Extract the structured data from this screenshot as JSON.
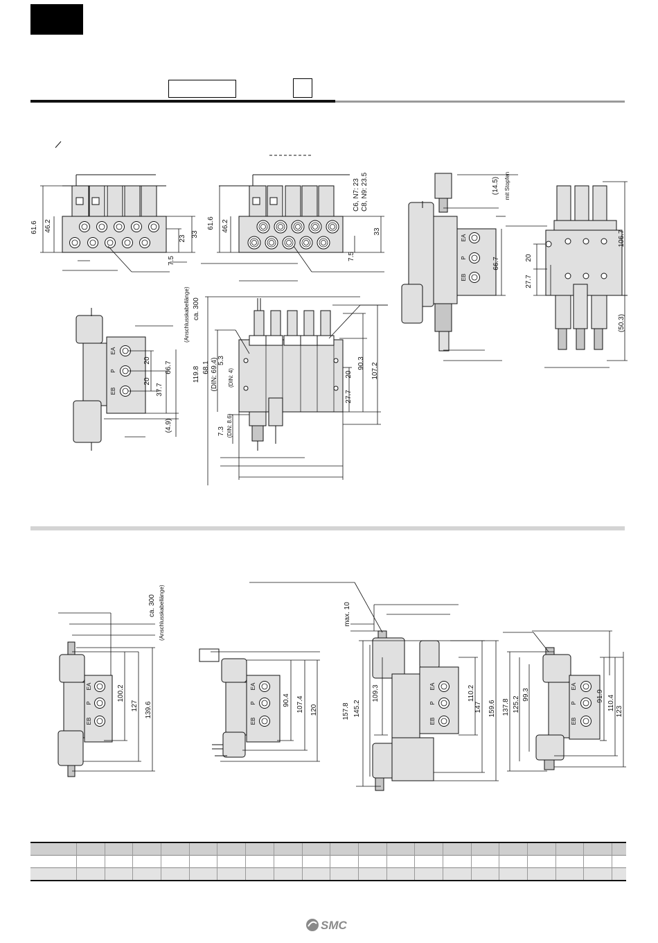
{
  "logo": {
    "text": "SMC",
    "color": "#8a8a8a"
  },
  "drawing_colors": {
    "line": "#111111",
    "fill": "#e0e0e0",
    "fill_dark": "#c6c6c6"
  },
  "labels": {
    "cable_length": "(Anschlusskabellänge)",
    "ca300": "ca. 300",
    "with_plug": "mit Stopfen",
    "d_14_5": "(14.5)",
    "c6n7": "C6, N7: 23",
    "c8n9": "C8, N9: 23.5",
    "max10": "max. 10"
  },
  "dims": {
    "d61_6a": "61.6",
    "d46_2a": "46.2",
    "d23a": "23",
    "d33a": "33",
    "d7_5a": "7.5",
    "d61_6b": "61.6",
    "d46_2b": "46.2",
    "d33b": "33",
    "d7_5b": "7.5",
    "d66_7a": "66.7",
    "d20a": "20",
    "d27_7a": "27.7",
    "d106_7": "106.7",
    "d50_3": "(50.3)",
    "d20b": "20",
    "d20c": "20",
    "d66_7b": "66.7",
    "d37_7": "37.7",
    "d4_9": "(4.9)",
    "d119_8": "119.8",
    "d68_1": "68.1",
    "din69_4": "(DIN: 69.4)",
    "d5_3": "5.3",
    "din4": "(DIN: 4)",
    "d7_3": "7.3",
    "din8_6": "(DIN: 8.6)",
    "d90_3": "90.3",
    "d107_2": "107.2",
    "d20d": "20",
    "d27_7b": "27.7",
    "d100_2": "100.2",
    "d127": "127",
    "d139_6": "139.6",
    "d90_4": "90.4",
    "d107_4": "107.4",
    "d120": "120",
    "d157_8": "157.8",
    "d145_2": "145.2",
    "d109_3": "109.3",
    "d110_2": "110.2",
    "d147": "147",
    "d159_6": "159.6",
    "d137_8": "137.8",
    "d125_2": "125.2",
    "d99_3": "99.3",
    "d91_9": "91.9",
    "d110_4": "110.4",
    "d123": "123"
  },
  "port_labels": {
    "ea": "EA",
    "p": "P",
    "eb": "EB"
  }
}
